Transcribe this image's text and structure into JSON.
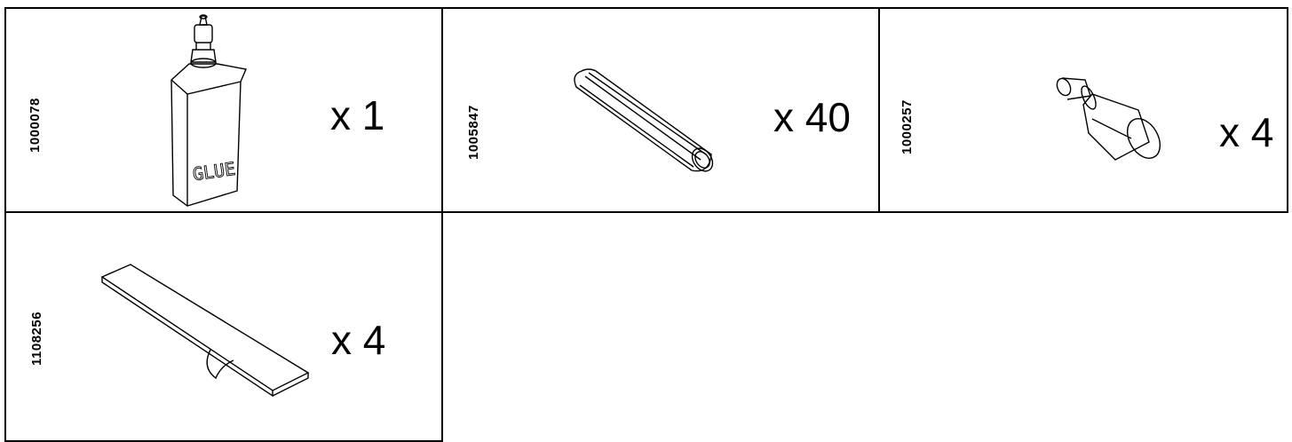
{
  "parts": [
    {
      "code": "1000078",
      "quantity": "x 1",
      "icon": "glue-bottle-icon",
      "label": "GLUE"
    },
    {
      "code": "1005847",
      "quantity": "x 40",
      "icon": "wooden-dowel-icon"
    },
    {
      "code": "1000257",
      "quantity": "x 4",
      "icon": "shelf-pin-icon"
    },
    {
      "code": "1108256",
      "quantity": "x 4",
      "icon": "adhesive-strip-icon"
    }
  ]
}
